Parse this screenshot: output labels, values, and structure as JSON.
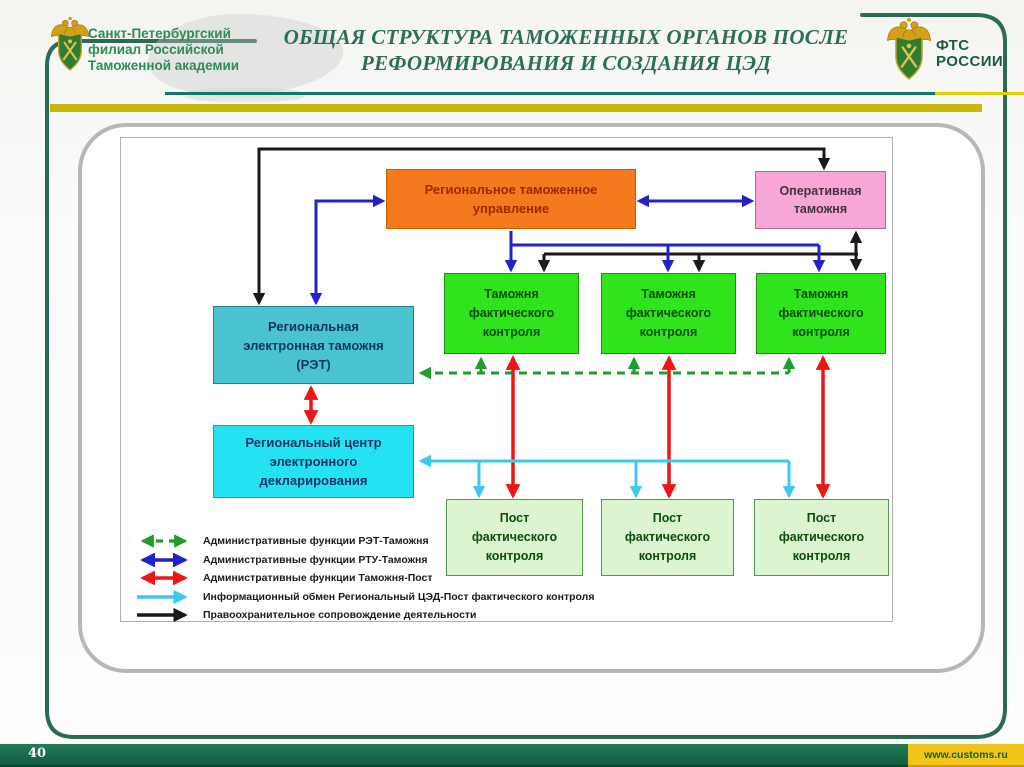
{
  "header": {
    "left_logo_text": "Санкт-Петербургский\nфилиал Российской\nТаможенной академии",
    "title": "ОБЩАЯ СТРУКТУРА ТАМОЖЕННЫХ ОРГАНОВ ПОСЛЕ\nРЕФОРМИРОВАНИЯ И СОЗДАНИЯ ЦЭД",
    "right_logo_text": "ФТС\nРОССИИ"
  },
  "diagram": {
    "nodes": {
      "rtu": "Региональное таможенное\nуправление",
      "operational": "Оперативная\nтаможня",
      "customs_control": "Таможня\nфактического\nконтроля",
      "ret": "Региональная\nэлектронная таможня\n(РЭТ)",
      "rced": "Региональный центр\nэлектронного\nдекларирования",
      "post_control": "Пост\nфактического\nконтроля"
    }
  },
  "legend": {
    "items": [
      {
        "label": "Административные функции РЭТ-Таможня",
        "style": "green-dashed-double-arrow"
      },
      {
        "label": "Административные функции РТУ-Таможня",
        "style": "blue-double-arrow"
      },
      {
        "label": "Административные функции Таможня-Пост",
        "style": "red-double-arrow"
      },
      {
        "label": "Информационный обмен Региональный ЦЭД-Пост фактического контроля",
        "style": "cyan-arrow"
      },
      {
        "label": "Правоохранительное сопровождение деятельности",
        "style": "black-arrow"
      }
    ]
  },
  "footer": {
    "page_number": "40",
    "website": "www.customs.ru"
  },
  "colors": {
    "frame_green": "#2d6a55",
    "header_text_green": "#2f8a58",
    "title_green": "#2c6e58",
    "rule_teal": "#0f7868",
    "rule_olive": "#c9b70a",
    "node_rtu_bg": "#f5791d",
    "node_operational_bg": "#f7a6d7",
    "node_customs_control_bg": "#2fe31d",
    "node_ret_bg": "#49c3d2",
    "node_rced_bg": "#25e2f2",
    "node_post_bg": "#dcf4d0",
    "arrow_blue": "#2222cc",
    "arrow_red": "#ee1515",
    "arrow_green_dashed": "#1f9e2e",
    "arrow_cyan": "#3cc9f0",
    "arrow_black": "#1a1a1a",
    "footer_bar_green": "#18654a",
    "footer_bar_yellow": "#f0c419"
  }
}
